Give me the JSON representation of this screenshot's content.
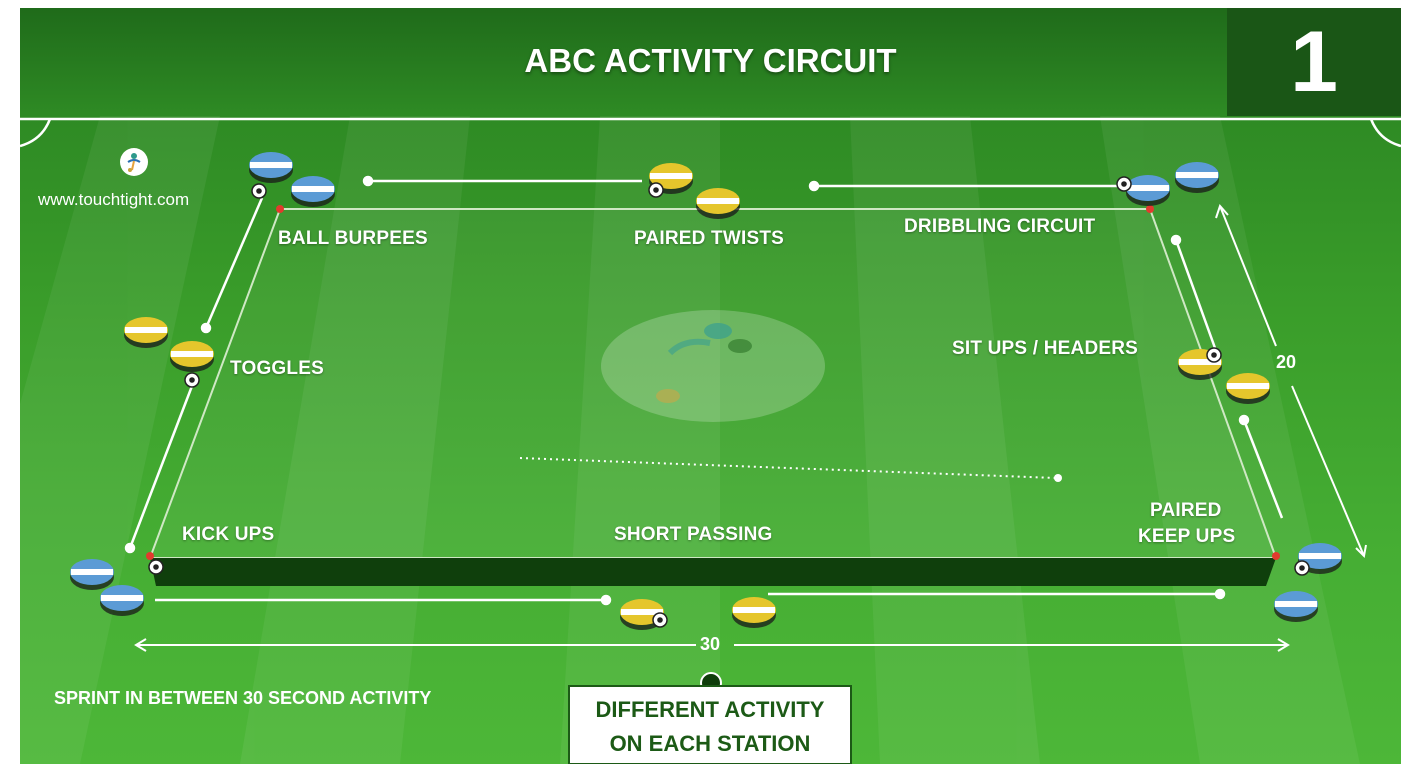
{
  "title": "ABC ACTIVITY CIRCUIT",
  "diagram_number": "1",
  "website": "www.touchtight.com",
  "stations": {
    "ball_burpees": "BALL BURPEES",
    "paired_twists": "PAIRED TWISTS",
    "dribbling_circuit": "DRIBBLING CIRCUIT",
    "toggles": "TOGGLES",
    "sit_ups_headers": "SIT UPS  / HEADERS",
    "kick_ups": "KICK UPS",
    "short_passing": "SHORT PASSING",
    "paired_keep_ups_1": "PAIRED",
    "paired_keep_ups_2": "KEEP UPS"
  },
  "dimensions": {
    "width": "30",
    "depth": "20"
  },
  "note": "SPRINT IN BETWEEN 30 SECOND ACTIVITY",
  "callout": {
    "line1": "DIFFERENT ACTIVITY",
    "line2": "ON EACH STATION"
  },
  "colors": {
    "field_dark": "#1f6b1a",
    "field_light": "#4db738",
    "disc_blue": "#5b9bd5",
    "disc_yellow": "#e5c62c",
    "callout_text": "#1c5a16"
  }
}
